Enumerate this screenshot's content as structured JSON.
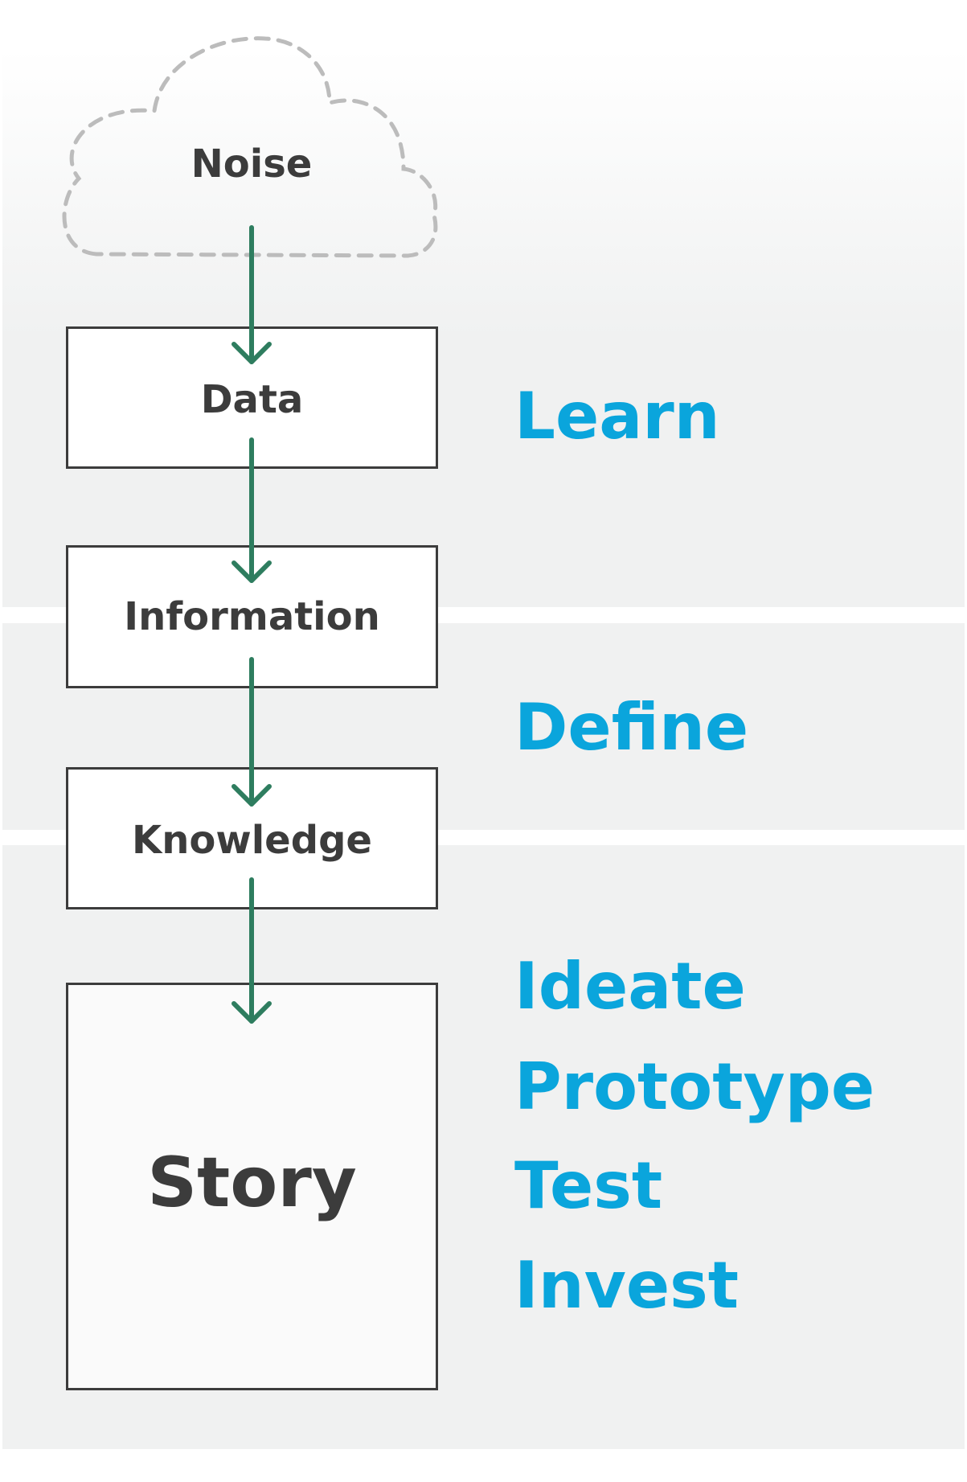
{
  "diagram": {
    "nodes": {
      "noise": "Noise",
      "data": "Data",
      "information": "Information",
      "knowledge": "Knowledge",
      "story": "Story"
    },
    "stages": {
      "learn": "Learn",
      "define": "Define",
      "ideate": "Ideate",
      "prototype": "Prototype",
      "test": "Test",
      "invest": "Invest"
    },
    "edges": [
      {
        "from": "Noise",
        "to": "Data"
      },
      {
        "from": "Data",
        "to": "Information"
      },
      {
        "from": "Information",
        "to": "Knowledge"
      },
      {
        "from": "Knowledge",
        "to": "Story"
      }
    ],
    "colors": {
      "arrow": "#2e7d5f",
      "stage_text": "#0aa5dc",
      "box_border": "#3c3c3c",
      "cloud_dash": "#bcbcbc",
      "band": "#f0f1f1"
    }
  }
}
